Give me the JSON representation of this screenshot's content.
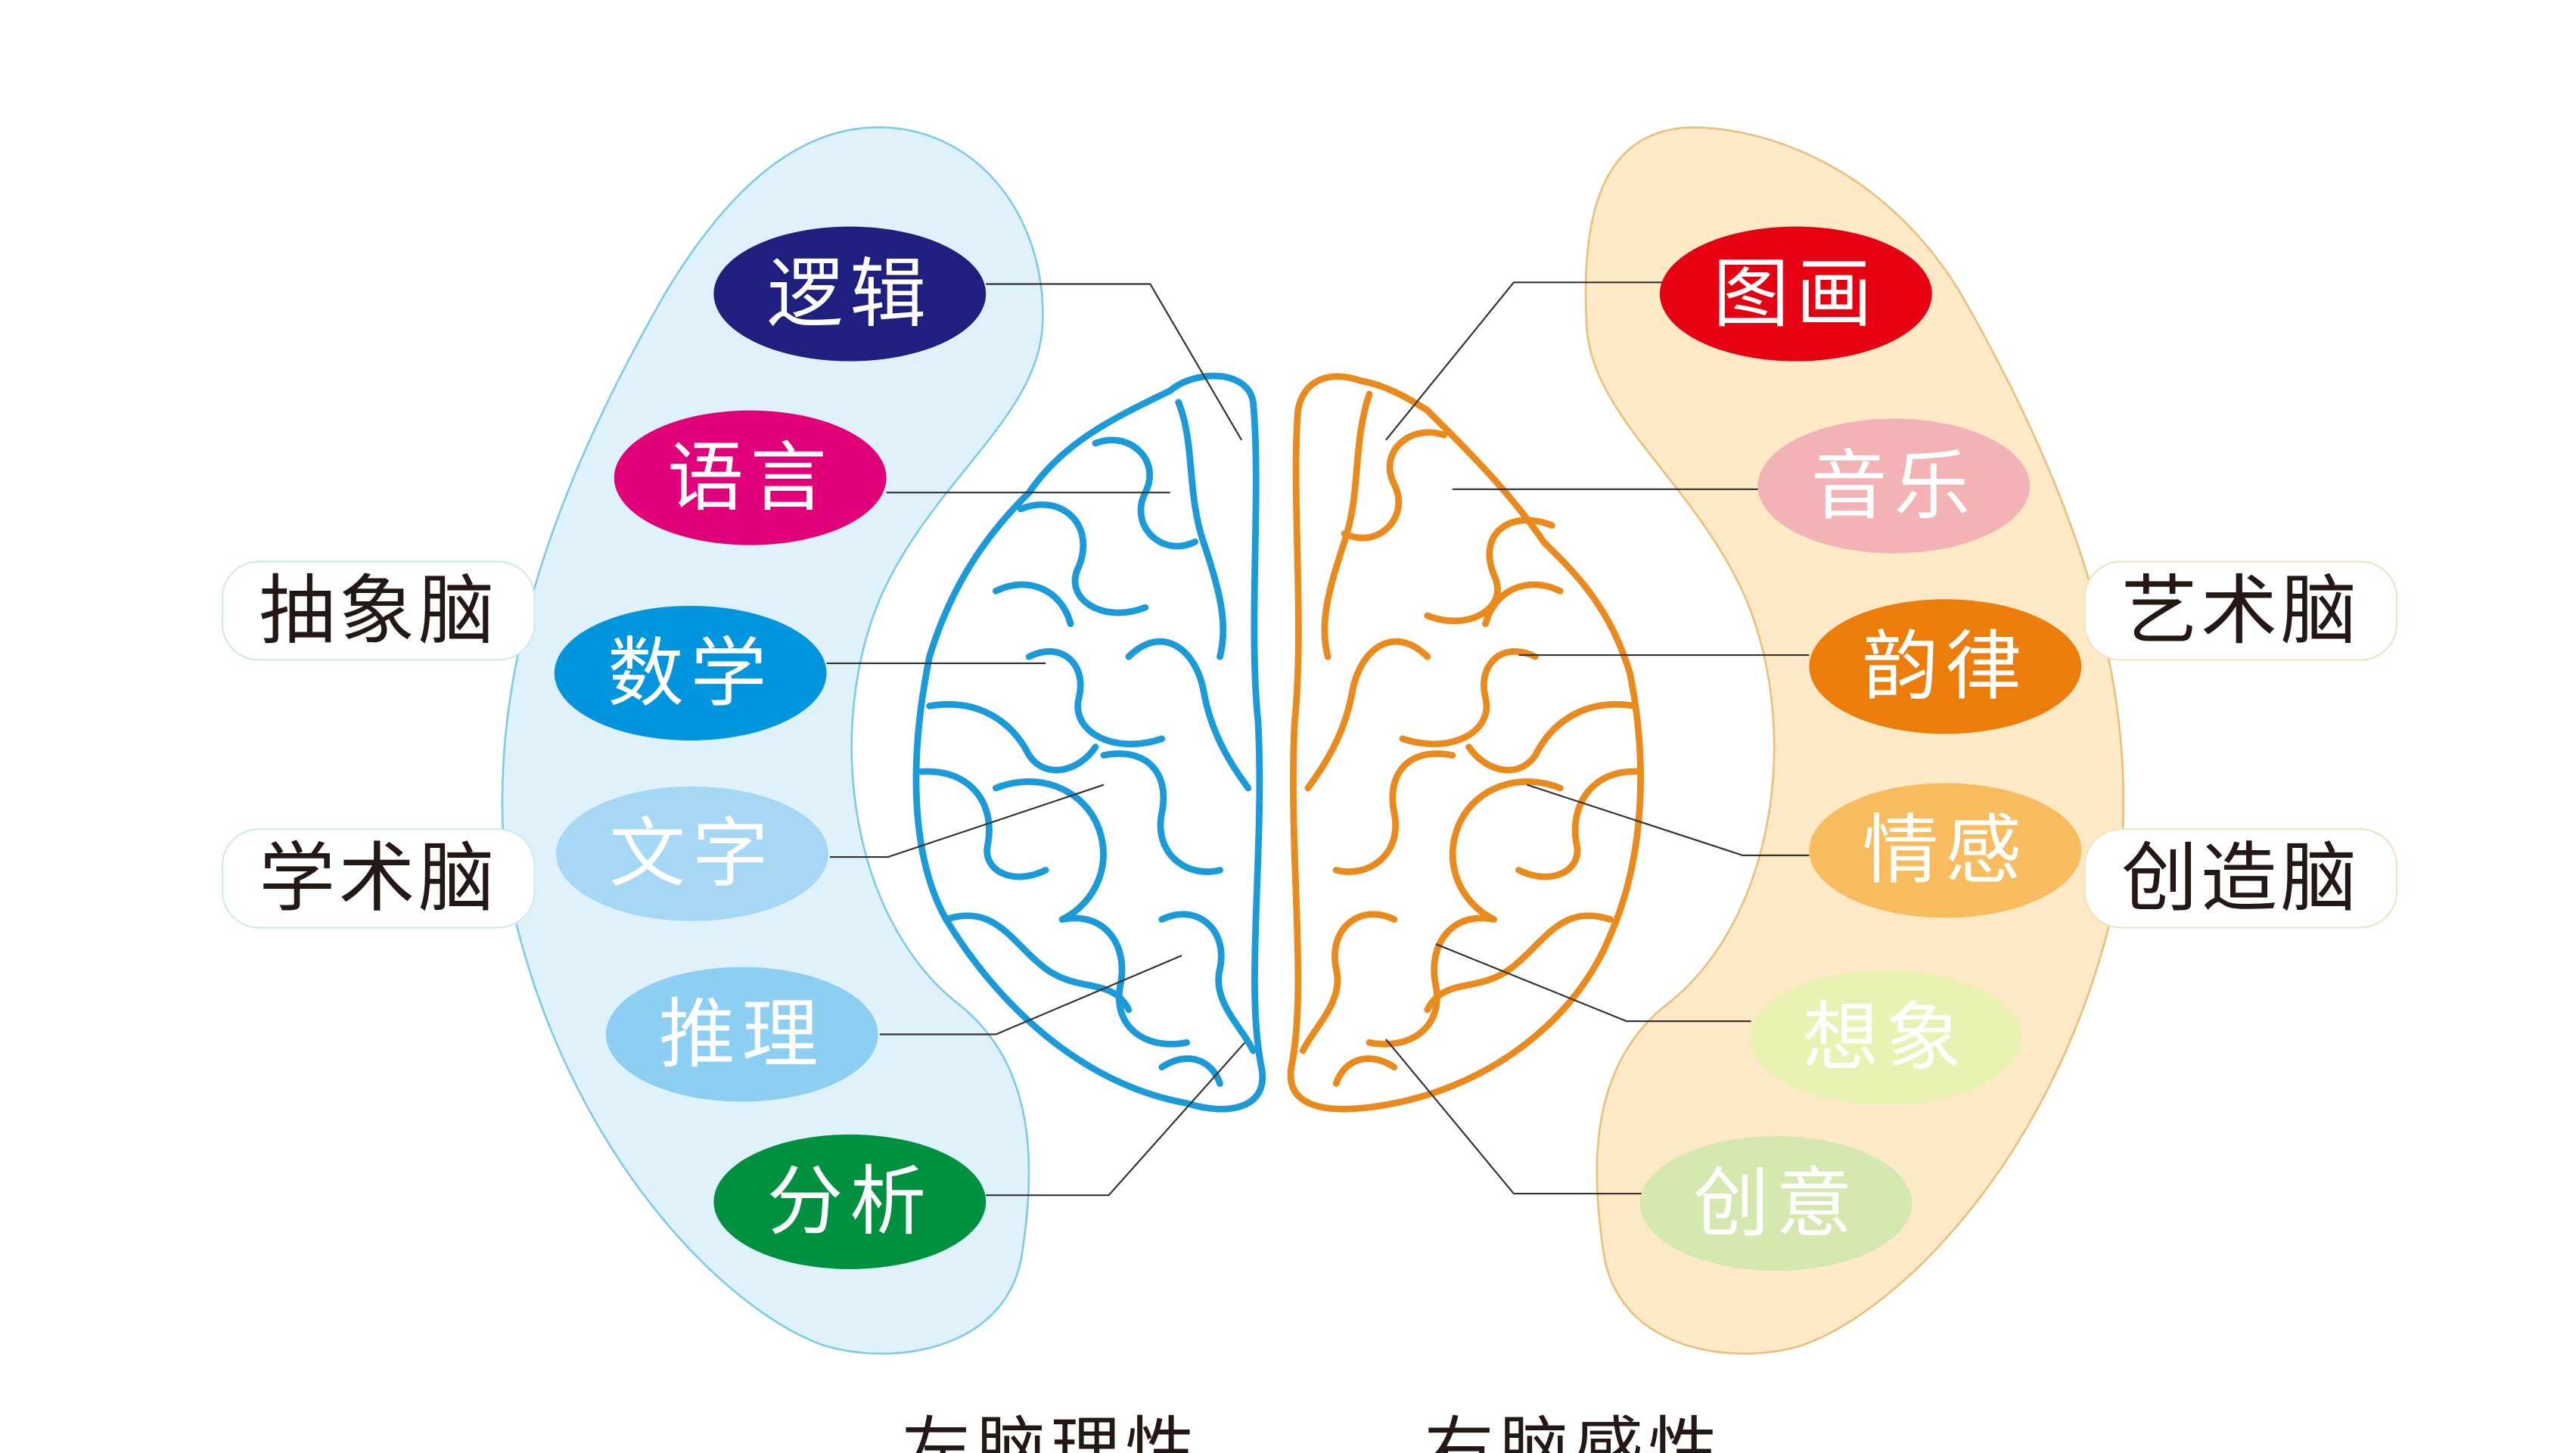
{
  "left": {
    "caption": "左脑理性",
    "side_labels": [
      "抽象脑",
      "学术脑"
    ],
    "items": [
      {
        "label": "逻辑",
        "color": "#1f1f7f"
      },
      {
        "label": "语言",
        "color": "#e2007a"
      },
      {
        "label": "数学",
        "color": "#0095dd"
      },
      {
        "label": "文字",
        "color": "#a6d8f5"
      },
      {
        "label": "推理",
        "color": "#8ccff3"
      },
      {
        "label": "分析",
        "color": "#009140"
      }
    ],
    "band_color": "#dff2fb",
    "brain_color": "#1a9ad9"
  },
  "right": {
    "caption": "右脑感性",
    "side_labels": [
      "艺术脑",
      "创造脑"
    ],
    "items": [
      {
        "label": "图画",
        "color": "#e50012"
      },
      {
        "label": "音乐",
        "color": "#f3b3b5"
      },
      {
        "label": "韵律",
        "color": "#ec7d0a"
      },
      {
        "label": "情感",
        "color": "#f8bb5d"
      },
      {
        "label": "想象",
        "color": "#eaf2b3"
      },
      {
        "label": "创意",
        "color": "#d4e8b0"
      }
    ],
    "band_color": "#fde9c6",
    "brain_color": "#ea8a1c"
  }
}
